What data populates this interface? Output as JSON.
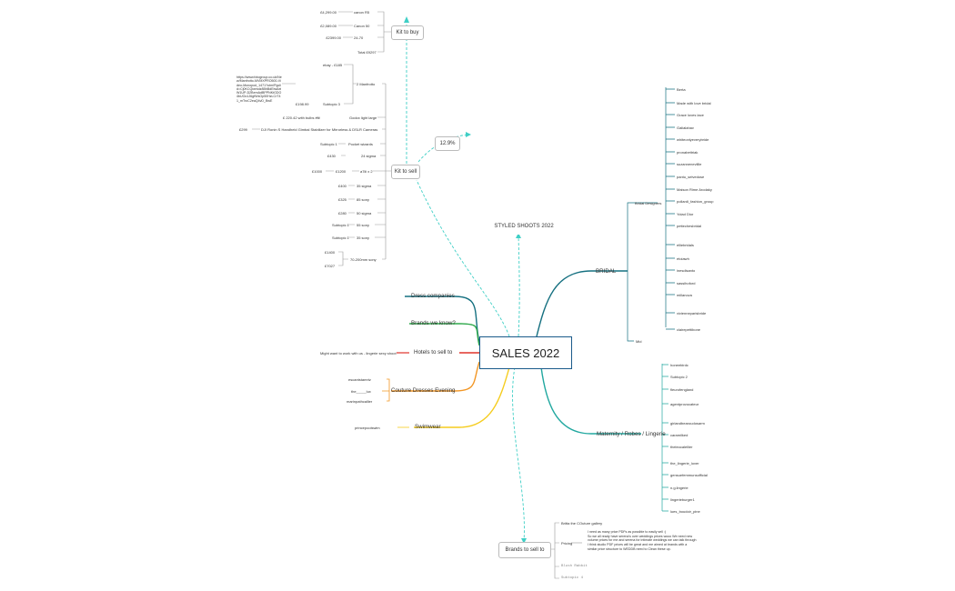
{
  "central": "SALES 2022",
  "colors": {
    "teal": "#1b8a99",
    "dark_teal": "#157080",
    "green": "#2ea84a",
    "red": "#e0332c",
    "orange": "#f29624",
    "yellow": "#f5cc1e",
    "teal2": "#22a8a0",
    "dashed": "#3fcfc6"
  },
  "left_branches": {
    "dress": "Dress companies",
    "brands": "Brands we know?",
    "hotels": "Hotels to sell to",
    "hotels_note": "Might want to work with us - lingerie sexy shoot",
    "couture": "Couture Dresses Evening",
    "couture_children": [
      "escantstamrtz",
      "the_____lux",
      "marinpathcallier"
    ],
    "swimwear": "Swimwear",
    "swimwear_child": "princepoolswim"
  },
  "styled_shoots": "STYLED SHOOTS 2022",
  "kit_to_buy": {
    "title": "Kit to buy",
    "items": [
      {
        "price": "£4,299.00",
        "name": "canon R5"
      },
      {
        "price": "£2,089.00",
        "name": "Canon 50"
      },
      {
        "price": "£2399.00",
        "name": "24-70"
      },
      {
        "price": "",
        "name": "Total £9297"
      }
    ]
  },
  "kit_to_sell": {
    "title": "Kit to sell",
    "percent": "12.9%",
    "manfrotto": "2 Manfrotto",
    "ebay": "ebay - £185",
    "url": "https://www.fotogroup.co.uk/New/Manfrotto-MVMXPRO500-Video-Monopod_1471?utm/Pgclid=Cj0KCQiwmdz8BhBdEiwAeiW1UP-D2BemAdBPPNKtGDO4bUOo1J6gfWsOp50HzLCrT41_mTroC2eaQ4vD_BwE",
    "subtopic3": "Subtopic 3",
    "price_198": "£198.99",
    "godox": "Godox light large",
    "godox_price": "£ 220.42 with bulbs etc",
    "dji": "DJI Ronin S Handheld Gimbal Stabilizer for Mirrorless & DSLR Cameras",
    "dji_price": "£299",
    "pocket": "Pocket wizards",
    "pocket_sub": "Subtopic 1",
    "sigma24": "24 sigma",
    "sigma24_price": "£430",
    "a7iii": "a7iii x 2",
    "a7iii_price1": "£1200",
    "a7iii_price2": "£1000",
    "sigma35": "35 sigma",
    "sigma35_price": "£400",
    "sony85": "85 sony",
    "sony85_price": "£325",
    "sigma50": "50 sigma",
    "sigma50_price": "£280",
    "sony55": "55 sony",
    "sony55_sub": "Subtopic 1",
    "sony35": "35 sony",
    "sony35_sub": "Subtopic 1",
    "sony70": "70-200mm sony",
    "sony70_p1": "£1400",
    "sony70_p2": "£7027"
  },
  "bridal": {
    "title": "BRIDAL",
    "designers": "Bridal Designers",
    "mid": "Mid",
    "items": [
      "Berta",
      "Made with love bridal",
      "Grace loves lace",
      "Galialahav",
      "whiteonlyeverybride",
      "pronabettriak",
      "suzannenevillle",
      "pantu_selvedose",
      "Maison Rime Arodaky",
      "pollardi_fashion_group",
      "Yolad Dior",
      "pettechesbridal",
      "elliebridals",
      "etoiawh",
      "inesdisanto",
      "sassihoford",
      "millanova",
      "vivienneparisbride",
      "clairepettibone"
    ]
  },
  "maternity": {
    "title": "Maternity / Robes / Lingerie",
    "items": [
      "honeebirdc",
      "Subtopic 2",
      "fleurofengland",
      "agentprovocateur",
      "girlandbearoudosarm",
      "caramilked",
      "theleocalellier",
      "the_lingerie_lover",
      "gensuefemmunsofficial",
      "n.g.lingerie",
      "lingerieburger1",
      "lues_boudoir_pine"
    ]
  },
  "brands_to_sell": {
    "title": "Brands to sell to",
    "gallery": "Britta the COuture gallery",
    "pricing": "Pricing",
    "pricing_note_lines": [
      "I need as many price PDFs as possible to easily sell :)",
      "So we all ready have serena's over weddings prices wooo We need new",
      "volume prices for me and serena for intimate weddings we can talk through",
      "I think studio PDF prices will be great and me aimed at brands with a",
      "similar price structure to WEDDB need to Clean these up."
    ],
    "blush": "Blush Rabbit",
    "subtopic4": "Subtopic 4"
  }
}
